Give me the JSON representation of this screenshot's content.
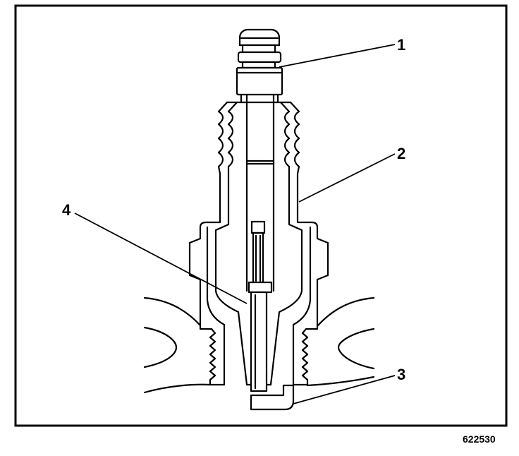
{
  "callouts": [
    {
      "label": "1"
    },
    {
      "label": "2"
    },
    {
      "label": "3"
    },
    {
      "label": "4"
    }
  ],
  "figure_number": "622530"
}
